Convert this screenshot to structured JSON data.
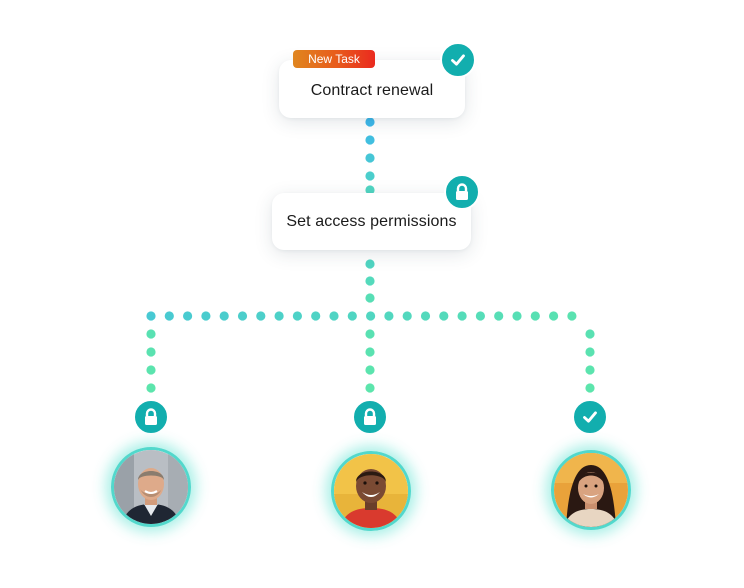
{
  "root_task": {
    "tag_label": "New Task",
    "title": "Contract renewal",
    "status_icon": "check-icon"
  },
  "permission_step": {
    "title": "Set access permissions",
    "status_icon": "lock-icon"
  },
  "assignees": [
    {
      "status_icon": "lock-icon"
    },
    {
      "status_icon": "lock-icon"
    },
    {
      "status_icon": "check-icon"
    }
  ],
  "colors": {
    "teal_badge": "#12aeae",
    "connector_start": "#3cb8ea",
    "connector_end": "#5ee8a8",
    "tag_gradient_start": "#e0861f",
    "tag_gradient_end": "#ea2a1f"
  }
}
